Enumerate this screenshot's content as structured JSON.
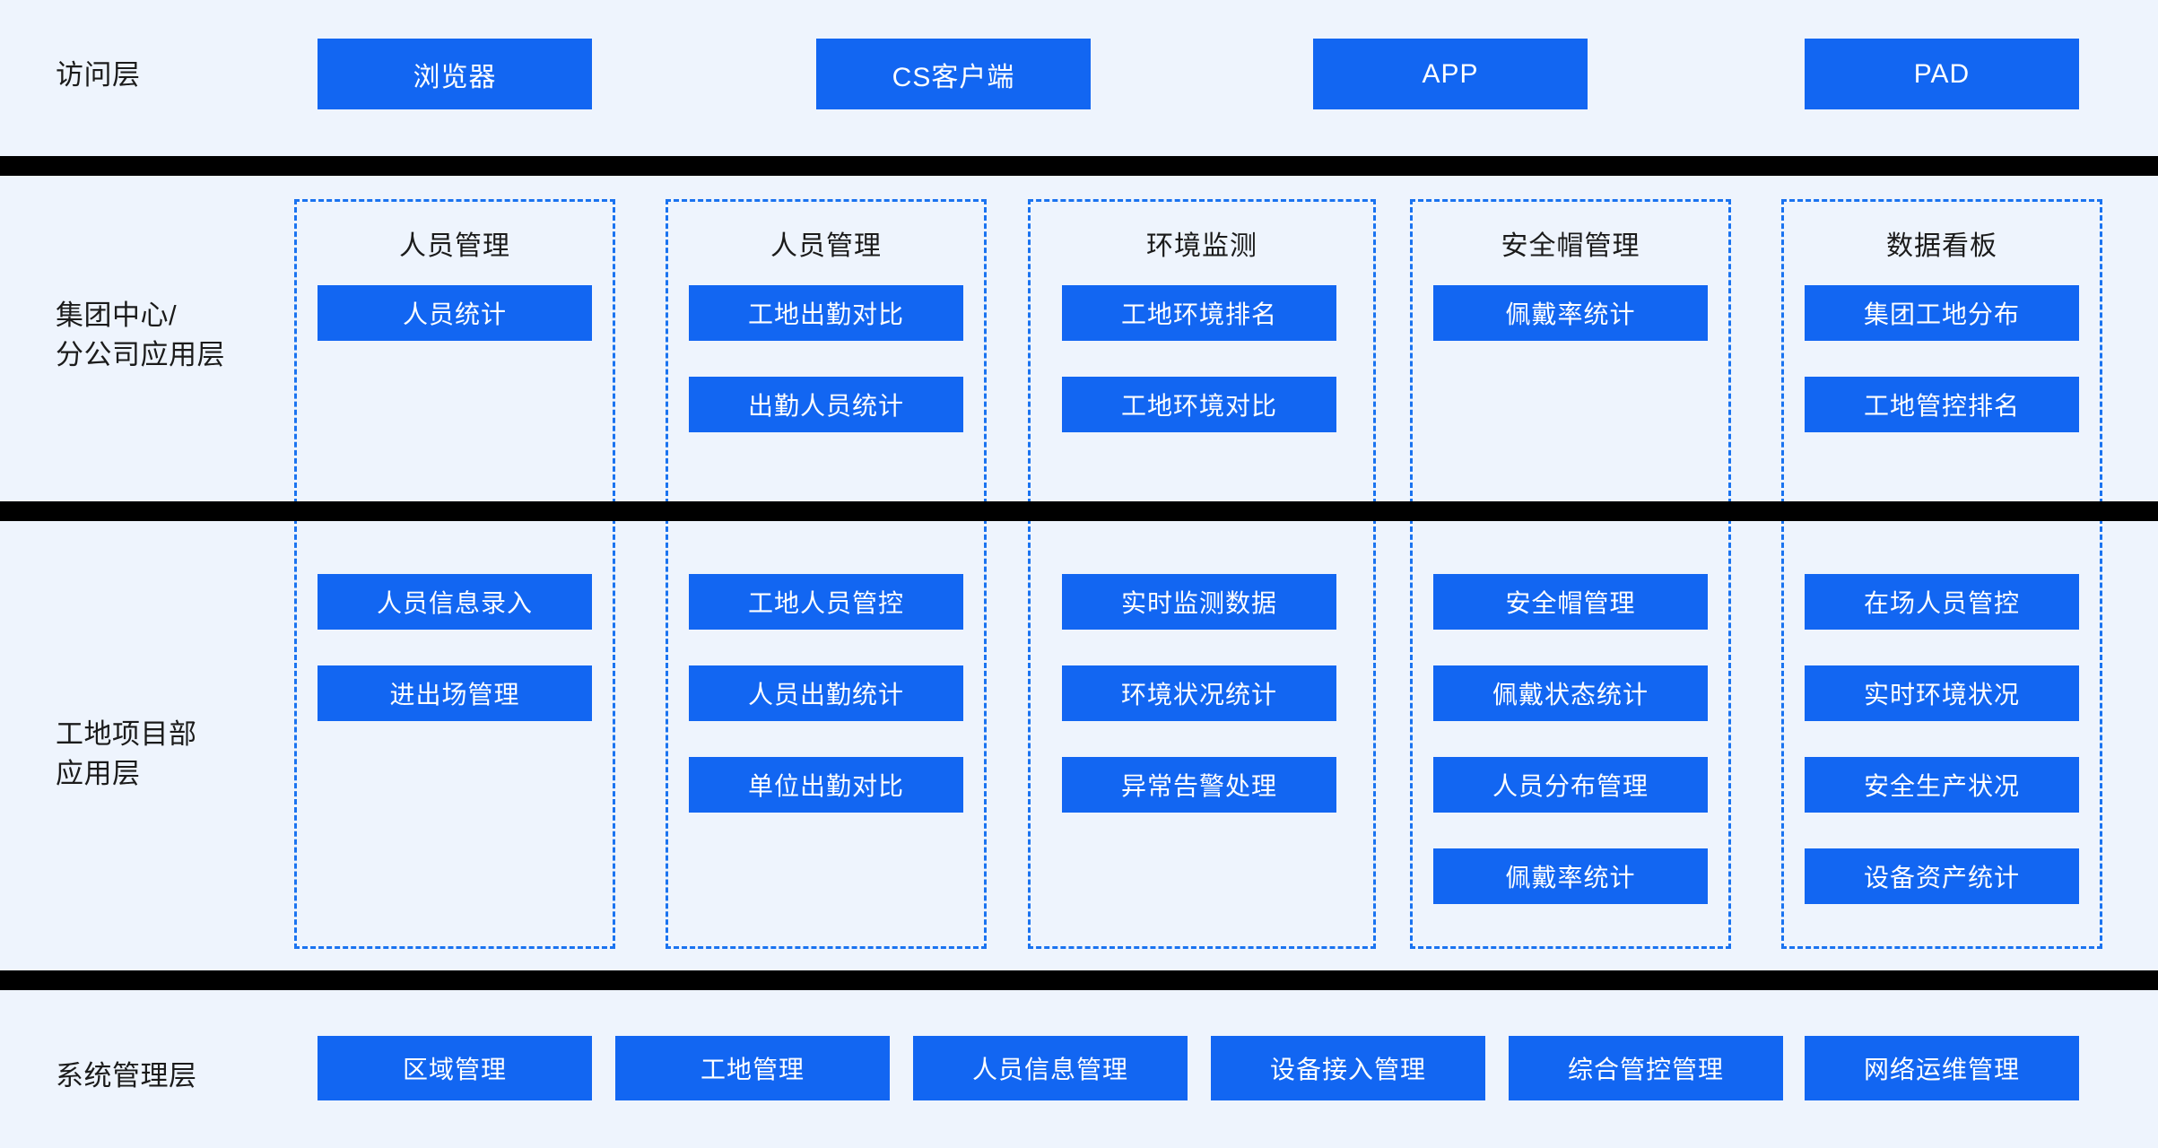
{
  "theme": {
    "background": "#eef4fd",
    "box_fill": "#1266f2",
    "box_text": "#ffffff",
    "dashed_border": "#1a73f0",
    "separator": "#000000",
    "label_text": "#1b1b1b"
  },
  "layers": [
    {
      "id": "access",
      "label": "访问层",
      "items": [
        {
          "label": "浏览器"
        },
        {
          "label": "CS客户端"
        },
        {
          "label": "APP"
        },
        {
          "label": "PAD"
        }
      ]
    },
    {
      "id": "group-center",
      "label": "集团中心/\n分公司应用层",
      "groups": [
        {
          "title": "人员管理",
          "items": [
            "人员统计"
          ]
        },
        {
          "title": "人员管理",
          "items": [
            "工地出勤对比",
            "出勤人员统计"
          ]
        },
        {
          "title": "环境监测",
          "items": [
            "工地环境排名",
            "工地环境对比"
          ]
        },
        {
          "title": "安全帽管理",
          "items": [
            "佩戴率统计"
          ]
        },
        {
          "title": "数据看板",
          "items": [
            "集团工地分布",
            "工地管控排名"
          ]
        }
      ]
    },
    {
      "id": "site-project",
      "label": "工地项目部\n应用层",
      "groups": [
        {
          "title": "",
          "items": [
            "人员信息录入",
            "进出场管理"
          ]
        },
        {
          "title": "",
          "items": [
            "工地人员管控",
            "人员出勤统计",
            "单位出勤对比"
          ]
        },
        {
          "title": "",
          "items": [
            "实时监测数据",
            "环境状况统计",
            "异常告警处理"
          ]
        },
        {
          "title": "",
          "items": [
            "安全帽管理",
            "佩戴状态统计",
            "人员分布管理",
            "佩戴率统计"
          ]
        },
        {
          "title": "",
          "items": [
            "在场人员管控",
            "实时环境状况",
            "安全生产状况",
            "设备资产统计"
          ]
        }
      ]
    },
    {
      "id": "system-management",
      "label": "系统管理层",
      "items": [
        {
          "label": "区域管理"
        },
        {
          "label": "工地管理"
        },
        {
          "label": "人员信息管理"
        },
        {
          "label": "设备接入管理"
        },
        {
          "label": "综合管控管理"
        },
        {
          "label": "网络运维管理"
        }
      ]
    }
  ]
}
